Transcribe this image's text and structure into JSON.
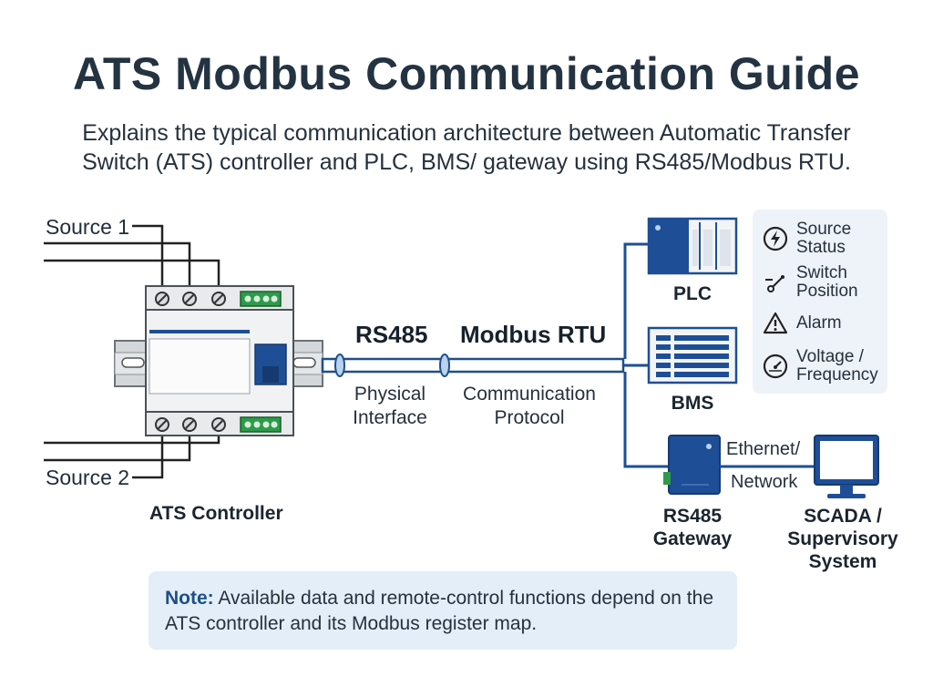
{
  "title": "ATS Modbus Communication Guide",
  "subtitle_line1": "Explains the typical communication architecture between Automatic Transfer",
  "subtitle_line2": "Switch (ATS) controller and PLC, BMS/ gateway using RS485/Modbus RTU.",
  "sources": {
    "source1": "Source 1",
    "source2": "Source 2"
  },
  "ats": {
    "label": "ATS Controller"
  },
  "link": {
    "physical_title": "RS485",
    "physical_caption_1": "Physical",
    "physical_caption_2": "Interface",
    "protocol_title": "Modbus RTU",
    "protocol_caption_1": "Communication",
    "protocol_caption_2": "Protocol"
  },
  "systems": {
    "plc": "PLC",
    "bms": "BMS",
    "gateway_1": "RS485",
    "gateway_2": "Gateway",
    "scada_1": "SCADA /",
    "scada_2": "Supervisory",
    "scada_3": "System",
    "network_1": "Ethernet/",
    "network_2": "Network"
  },
  "legend": [
    {
      "icon": "lightning-icon",
      "line1": "Source",
      "line2": "Status"
    },
    {
      "icon": "switch-icon",
      "line1": "Switch",
      "line2": "Position"
    },
    {
      "icon": "warning-icon",
      "line1": "Alarm",
      "line2": ""
    },
    {
      "icon": "gauge-icon",
      "line1": "Voltage /",
      "line2": "Frequency"
    }
  ],
  "note": {
    "label": "Note:",
    "text": " Available data and remote-control functions depend on the ATS controller and its Modbus register map."
  },
  "colors": {
    "accent": "#1d4f86",
    "device_blue": "#1e4e96",
    "note_bg": "#e4eef8",
    "legend_bg": "#eef3f9"
  }
}
